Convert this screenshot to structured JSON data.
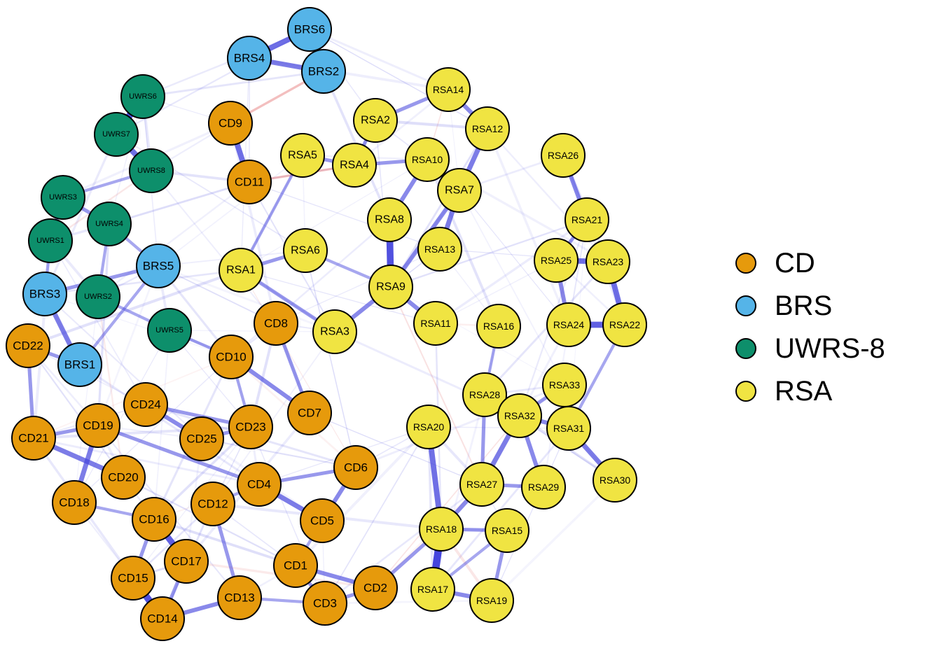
{
  "groups": {
    "CD": {
      "label": "CD",
      "color": "#E69A0C"
    },
    "BRS": {
      "label": "BRS",
      "color": "#55B4E8"
    },
    "UWRS": {
      "label": "UWRS-8",
      "color": "#0D8F6B"
    },
    "RSA": {
      "label": "RSA",
      "color": "#F0E442"
    }
  },
  "legend": [
    {
      "group": "CD",
      "label": "CD"
    },
    {
      "group": "BRS",
      "label": "BRS"
    },
    {
      "group": "UWRS",
      "label": "UWRS-8"
    },
    {
      "group": "RSA",
      "label": "RSA"
    }
  ],
  "edge_colors": {
    "positive": "#4444DD",
    "negative": "#E06060"
  },
  "nodes": [
    {
      "id": "BRS6",
      "group": "BRS"
    },
    {
      "id": "BRS4",
      "group": "BRS"
    },
    {
      "id": "BRS2",
      "group": "BRS"
    },
    {
      "id": "BRS5",
      "group": "BRS"
    },
    {
      "id": "BRS3",
      "group": "BRS"
    },
    {
      "id": "BRS1",
      "group": "BRS"
    },
    {
      "id": "UWRS6",
      "group": "UWRS"
    },
    {
      "id": "UWRS7",
      "group": "UWRS"
    },
    {
      "id": "UWRS8",
      "group": "UWRS"
    },
    {
      "id": "UWRS3",
      "group": "UWRS"
    },
    {
      "id": "UWRS4",
      "group": "UWRS"
    },
    {
      "id": "UWRS1",
      "group": "UWRS"
    },
    {
      "id": "UWRS2",
      "group": "UWRS"
    },
    {
      "id": "UWRS5",
      "group": "UWRS"
    },
    {
      "id": "CD9",
      "group": "CD"
    },
    {
      "id": "CD11",
      "group": "CD"
    },
    {
      "id": "CD8",
      "group": "CD"
    },
    {
      "id": "CD10",
      "group": "CD"
    },
    {
      "id": "CD7",
      "group": "CD"
    },
    {
      "id": "CD22",
      "group": "CD"
    },
    {
      "id": "CD24",
      "group": "CD"
    },
    {
      "id": "CD23",
      "group": "CD"
    },
    {
      "id": "CD25",
      "group": "CD"
    },
    {
      "id": "CD19",
      "group": "CD"
    },
    {
      "id": "CD21",
      "group": "CD"
    },
    {
      "id": "CD20",
      "group": "CD"
    },
    {
      "id": "CD6",
      "group": "CD"
    },
    {
      "id": "CD4",
      "group": "CD"
    },
    {
      "id": "CD18",
      "group": "CD"
    },
    {
      "id": "CD12",
      "group": "CD"
    },
    {
      "id": "CD16",
      "group": "CD"
    },
    {
      "id": "CD5",
      "group": "CD"
    },
    {
      "id": "CD17",
      "group": "CD"
    },
    {
      "id": "CD1",
      "group": "CD"
    },
    {
      "id": "CD15",
      "group": "CD"
    },
    {
      "id": "CD2",
      "group": "CD"
    },
    {
      "id": "CD13",
      "group": "CD"
    },
    {
      "id": "CD3",
      "group": "CD"
    },
    {
      "id": "CD14",
      "group": "CD"
    },
    {
      "id": "RSA14",
      "group": "RSA"
    },
    {
      "id": "RSA2",
      "group": "RSA"
    },
    {
      "id": "RSA12",
      "group": "RSA"
    },
    {
      "id": "RSA5",
      "group": "RSA"
    },
    {
      "id": "RSA4",
      "group": "RSA"
    },
    {
      "id": "RSA10",
      "group": "RSA"
    },
    {
      "id": "RSA26",
      "group": "RSA"
    },
    {
      "id": "RSA7",
      "group": "RSA"
    },
    {
      "id": "RSA8",
      "group": "RSA"
    },
    {
      "id": "RSA21",
      "group": "RSA"
    },
    {
      "id": "RSA6",
      "group": "RSA"
    },
    {
      "id": "RSA13",
      "group": "RSA"
    },
    {
      "id": "RSA1",
      "group": "RSA"
    },
    {
      "id": "RSA25",
      "group": "RSA"
    },
    {
      "id": "RSA23",
      "group": "RSA"
    },
    {
      "id": "RSA9",
      "group": "RSA"
    },
    {
      "id": "RSA3",
      "group": "RSA"
    },
    {
      "id": "RSA11",
      "group": "RSA"
    },
    {
      "id": "RSA16",
      "group": "RSA"
    },
    {
      "id": "RSA24",
      "group": "RSA"
    },
    {
      "id": "RSA22",
      "group": "RSA"
    },
    {
      "id": "RSA33",
      "group": "RSA"
    },
    {
      "id": "RSA28",
      "group": "RSA"
    },
    {
      "id": "RSA32",
      "group": "RSA"
    },
    {
      "id": "RSA31",
      "group": "RSA"
    },
    {
      "id": "RSA20",
      "group": "RSA"
    },
    {
      "id": "RSA30",
      "group": "RSA"
    },
    {
      "id": "RSA27",
      "group": "RSA"
    },
    {
      "id": "RSA29",
      "group": "RSA"
    },
    {
      "id": "RSA15",
      "group": "RSA"
    },
    {
      "id": "RSA18",
      "group": "RSA"
    },
    {
      "id": "RSA17",
      "group": "RSA"
    },
    {
      "id": "RSA19",
      "group": "RSA"
    }
  ],
  "edges": [
    {
      "source": "BRS6",
      "target": "BRS4",
      "weight": 0.7,
      "sign": "positive"
    },
    {
      "source": "BRS6",
      "target": "BRS2",
      "weight": 0.6,
      "sign": "positive"
    },
    {
      "source": "BRS4",
      "target": "BRS2",
      "weight": 0.6,
      "sign": "positive"
    },
    {
      "source": "UWRS6",
      "target": "UWRS7",
      "weight": 0.9,
      "sign": "positive"
    },
    {
      "source": "UWRS7",
      "target": "UWRS8",
      "weight": 0.7,
      "sign": "positive"
    },
    {
      "source": "UWRS3",
      "target": "UWRS4",
      "weight": 0.4,
      "sign": "positive"
    },
    {
      "source": "UWRS3",
      "target": "UWRS1",
      "weight": 0.4,
      "sign": "positive"
    },
    {
      "source": "UWRS3",
      "target": "UWRS8",
      "weight": 0.3,
      "sign": "positive"
    },
    {
      "source": "UWRS4",
      "target": "BRS5",
      "weight": 0.3,
      "sign": "positive"
    },
    {
      "source": "UWRS4",
      "target": "UWRS2",
      "weight": 0.3,
      "sign": "positive"
    },
    {
      "source": "UWRS1",
      "target": "BRS3",
      "weight": 0.3,
      "sign": "positive"
    },
    {
      "source": "UWRS2",
      "target": "UWRS5",
      "weight": 0.3,
      "sign": "positive"
    },
    {
      "source": "UWRS5",
      "target": "CD10",
      "weight": 0.3,
      "sign": "positive"
    },
    {
      "source": "BRS3",
      "target": "BRS1",
      "weight": 0.6,
      "sign": "positive"
    },
    {
      "source": "BRS3",
      "target": "BRS5",
      "weight": 0.4,
      "sign": "positive"
    },
    {
      "source": "BRS1",
      "target": "CD22",
      "weight": 0.4,
      "sign": "positive"
    },
    {
      "source": "BRS1",
      "target": "BRS5",
      "weight": 0.3,
      "sign": "positive"
    },
    {
      "source": "CD9",
      "target": "CD11",
      "weight": 0.7,
      "sign": "positive"
    },
    {
      "source": "CD22",
      "target": "CD21",
      "weight": 0.4,
      "sign": "positive"
    },
    {
      "source": "CD21",
      "target": "CD20",
      "weight": 0.6,
      "sign": "positive"
    },
    {
      "source": "CD21",
      "target": "CD19",
      "weight": 0.4,
      "sign": "positive"
    },
    {
      "source": "CD19",
      "target": "CD18",
      "weight": 0.6,
      "sign": "positive"
    },
    {
      "source": "CD19",
      "target": "CD4",
      "weight": 0.4,
      "sign": "positive"
    },
    {
      "source": "CD24",
      "target": "CD25",
      "weight": 0.5,
      "sign": "positive"
    },
    {
      "source": "CD24",
      "target": "CD23",
      "weight": 0.4,
      "sign": "positive"
    },
    {
      "source": "CD23",
      "target": "CD25",
      "weight": 0.4,
      "sign": "positive"
    },
    {
      "source": "CD10",
      "target": "CD7",
      "weight": 0.5,
      "sign": "positive"
    },
    {
      "source": "CD10",
      "target": "CD23",
      "weight": 0.3,
      "sign": "positive"
    },
    {
      "source": "CD8",
      "target": "CD7",
      "weight": 0.4,
      "sign": "positive"
    },
    {
      "source": "CD4",
      "target": "CD5",
      "weight": 0.6,
      "sign": "positive"
    },
    {
      "source": "CD4",
      "target": "CD6",
      "weight": 0.4,
      "sign": "positive"
    },
    {
      "source": "CD4",
      "target": "CD12",
      "weight": 0.3,
      "sign": "positive"
    },
    {
      "source": "CD6",
      "target": "CD5",
      "weight": 0.5,
      "sign": "positive"
    },
    {
      "source": "CD16",
      "target": "CD17",
      "weight": 0.8,
      "sign": "positive"
    },
    {
      "source": "CD16",
      "target": "CD15",
      "weight": 0.4,
      "sign": "positive"
    },
    {
      "source": "CD16",
      "target": "CD18",
      "weight": 0.3,
      "sign": "positive"
    },
    {
      "source": "CD15",
      "target": "CD14",
      "weight": 0.9,
      "sign": "positive"
    },
    {
      "source": "CD14",
      "target": "CD13",
      "weight": 0.5,
      "sign": "positive"
    },
    {
      "source": "CD14",
      "target": "CD17",
      "weight": 0.4,
      "sign": "positive"
    },
    {
      "source": "CD13",
      "target": "CD12",
      "weight": 0.4,
      "sign": "positive"
    },
    {
      "source": "CD13",
      "target": "CD3",
      "weight": 0.3,
      "sign": "positive"
    },
    {
      "source": "CD1",
      "target": "CD2",
      "weight": 0.5,
      "sign": "positive"
    },
    {
      "source": "CD1",
      "target": "CD3",
      "weight": 0.4,
      "sign": "positive"
    },
    {
      "source": "CD1",
      "target": "CD5",
      "weight": 0.3,
      "sign": "positive"
    },
    {
      "source": "CD3",
      "target": "CD2",
      "weight": 0.4,
      "sign": "positive"
    },
    {
      "source": "CD2",
      "target": "RSA18",
      "weight": 0.4,
      "sign": "positive"
    },
    {
      "source": "CD11",
      "target": "RSA4",
      "weight": 0.2,
      "sign": "negative"
    },
    {
      "source": "CD9",
      "target": "BRS2",
      "weight": 0.2,
      "sign": "negative"
    },
    {
      "source": "RSA14",
      "target": "RSA12",
      "weight": 0.5,
      "sign": "positive"
    },
    {
      "source": "RSA14",
      "target": "RSA2",
      "weight": 0.4,
      "sign": "positive"
    },
    {
      "source": "RSA2",
      "target": "RSA4",
      "weight": 0.4,
      "sign": "positive"
    },
    {
      "source": "RSA5",
      "target": "RSA4",
      "weight": 0.4,
      "sign": "positive"
    },
    {
      "source": "RSA4",
      "target": "RSA10",
      "weight": 0.4,
      "sign": "positive"
    },
    {
      "source": "RSA10",
      "target": "RSA7",
      "weight": 0.5,
      "sign": "positive"
    },
    {
      "source": "RSA10",
      "target": "RSA8",
      "weight": 0.5,
      "sign": "positive"
    },
    {
      "source": "RSA12",
      "target": "RSA7",
      "weight": 0.6,
      "sign": "positive"
    },
    {
      "source": "RSA7",
      "target": "RSA13",
      "weight": 0.6,
      "sign": "positive"
    },
    {
      "source": "RSA7",
      "target": "RSA9",
      "weight": 0.5,
      "sign": "positive"
    },
    {
      "source": "RSA8",
      "target": "RSA9",
      "weight": 0.9,
      "sign": "positive"
    },
    {
      "source": "RSA6",
      "target": "RSA1",
      "weight": 0.4,
      "sign": "positive"
    },
    {
      "source": "RSA1",
      "target": "RSA3",
      "weight": 0.4,
      "sign": "positive"
    },
    {
      "source": "RSA1",
      "target": "RSA5",
      "weight": 0.3,
      "sign": "positive"
    },
    {
      "source": "RSA3",
      "target": "RSA9",
      "weight": 0.5,
      "sign": "positive"
    },
    {
      "source": "RSA9",
      "target": "RSA11",
      "weight": 0.5,
      "sign": "positive"
    },
    {
      "source": "RSA6",
      "target": "RSA9",
      "weight": 0.3,
      "sign": "positive"
    },
    {
      "source": "RSA26",
      "target": "RSA21",
      "weight": 0.5,
      "sign": "positive"
    },
    {
      "source": "RSA21",
      "target": "RSA25",
      "weight": 0.4,
      "sign": "positive"
    },
    {
      "source": "RSA25",
      "target": "RSA23",
      "weight": 0.7,
      "sign": "positive"
    },
    {
      "source": "RSA25",
      "target": "RSA24",
      "weight": 0.5,
      "sign": "positive"
    },
    {
      "source": "RSA23",
      "target": "RSA22",
      "weight": 0.7,
      "sign": "positive"
    },
    {
      "source": "RSA24",
      "target": "RSA22",
      "weight": 0.8,
      "sign": "positive"
    },
    {
      "source": "RSA33",
      "target": "RSA31",
      "weight": 0.4,
      "sign": "positive"
    },
    {
      "source": "RSA33",
      "target": "RSA32",
      "weight": 0.4,
      "sign": "positive"
    },
    {
      "source": "RSA28",
      "target": "RSA32",
      "weight": 0.6,
      "sign": "positive"
    },
    {
      "source": "RSA32",
      "target": "RSA31",
      "weight": 0.5,
      "sign": "positive"
    },
    {
      "source": "RSA32",
      "target": "RSA27",
      "weight": 0.6,
      "sign": "positive"
    },
    {
      "source": "RSA32",
      "target": "RSA29",
      "weight": 0.5,
      "sign": "positive"
    },
    {
      "source": "RSA31",
      "target": "RSA30",
      "weight": 0.6,
      "sign": "positive"
    },
    {
      "source": "RSA27",
      "target": "RSA29",
      "weight": 0.4,
      "sign": "positive"
    },
    {
      "source": "RSA28",
      "target": "RSA27",
      "weight": 0.4,
      "sign": "positive"
    },
    {
      "source": "RSA20",
      "target": "RSA18",
      "weight": 0.7,
      "sign": "positive"
    },
    {
      "source": "RSA18",
      "target": "RSA17",
      "weight": 1.0,
      "sign": "positive"
    },
    {
      "source": "RSA18",
      "target": "RSA27",
      "weight": 0.5,
      "sign": "positive"
    },
    {
      "source": "RSA18",
      "target": "RSA15",
      "weight": 0.4,
      "sign": "positive"
    },
    {
      "source": "RSA17",
      "target": "RSA19",
      "weight": 0.5,
      "sign": "positive"
    },
    {
      "source": "RSA15",
      "target": "RSA19",
      "weight": 0.4,
      "sign": "positive"
    },
    {
      "source": "RSA15",
      "target": "RSA17",
      "weight": 0.3,
      "sign": "positive"
    },
    {
      "source": "RSA16",
      "target": "RSA28",
      "weight": 0.3,
      "sign": "positive"
    },
    {
      "source": "RSA22",
      "target": "RSA31",
      "weight": 0.3,
      "sign": "positive"
    }
  ]
}
